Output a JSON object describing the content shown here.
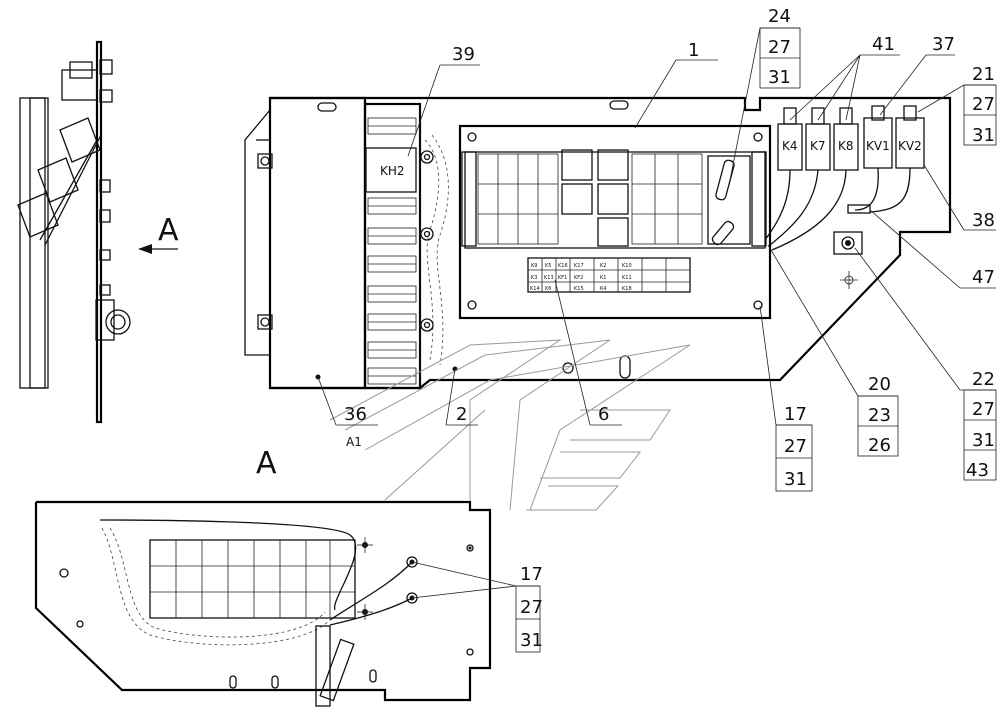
{
  "view_marker": "A",
  "view_sublabel": "A1",
  "main_callouts": [
    "1",
    "24",
    "27",
    "31",
    "41",
    "37",
    "21",
    "27",
    "31",
    "38",
    "47",
    "22",
    "27",
    "31",
    "43",
    "20",
    "23",
    "26",
    "17",
    "27",
    "31",
    "6",
    "2",
    "36",
    "39"
  ],
  "view_a_callouts": [
    "17",
    "27",
    "31"
  ],
  "relay_labels": [
    "K4",
    "K7",
    "K8",
    "KV1",
    "KV2"
  ],
  "kh_label": "KH2",
  "fuse_table": [
    "K9",
    "K5",
    "K16",
    "K17",
    "K2",
    "K10",
    "K3",
    "K13",
    "KF1",
    "KF2",
    "K1",
    "K11",
    "K14",
    "K6",
    "K15",
    "K4",
    "K18"
  ]
}
